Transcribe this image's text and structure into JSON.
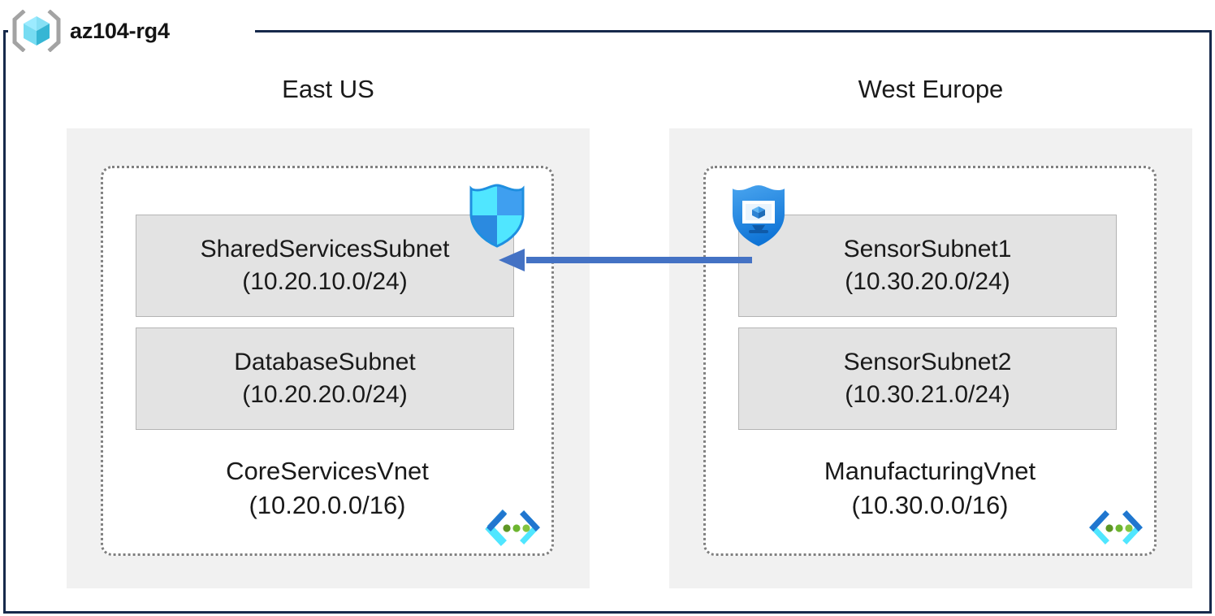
{
  "resource_group": {
    "name": "az104-rg4",
    "icon": "resource-group-cube-icon",
    "border_color": "#16294b"
  },
  "regions": [
    {
      "id": "east-us",
      "label": "East US",
      "vnet": {
        "name": "CoreServicesVnet",
        "cidr": "(10.20.0.0/16)",
        "icon": "virtual-network-icon",
        "subnets": [
          {
            "name": "SharedServicesSubnet",
            "cidr": "(10.20.10.0/24)",
            "badge_icon": "network-security-group-shield-icon"
          },
          {
            "name": "DatabaseSubnet",
            "cidr": "(10.20.20.0/24)",
            "badge_icon": null
          }
        ]
      }
    },
    {
      "id": "west-europe",
      "label": "West Europe",
      "vnet": {
        "name": "ManufacturingVnet",
        "cidr": "(10.30.0.0/16)",
        "icon": "virtual-network-icon",
        "subnets": [
          {
            "name": "SensorSubnet1",
            "cidr": "(10.30.20.0/24)",
            "badge_icon": "vm-protection-shield-icon"
          },
          {
            "name": "SensorSubnet2",
            "cidr": "(10.30.21.0/24)",
            "badge_icon": null
          }
        ]
      }
    }
  ],
  "connection": {
    "name": "vnet-peering-arrow",
    "direction": "right-to-left",
    "from": "ManufacturingVnet",
    "to": "SharedServicesSubnet",
    "color": "#4472c4"
  },
  "colors": {
    "region_fill": "#f1f1f1",
    "subnet_fill": "#e3e3e3",
    "subnet_border": "#b4b4b4",
    "vnet_border": "#808080",
    "arrow": "#4472c4",
    "text": "#1a1a1a",
    "icon_cyan": "#50e6ff",
    "icon_blue": "#0078d4",
    "icon_green": "#5e9624"
  }
}
